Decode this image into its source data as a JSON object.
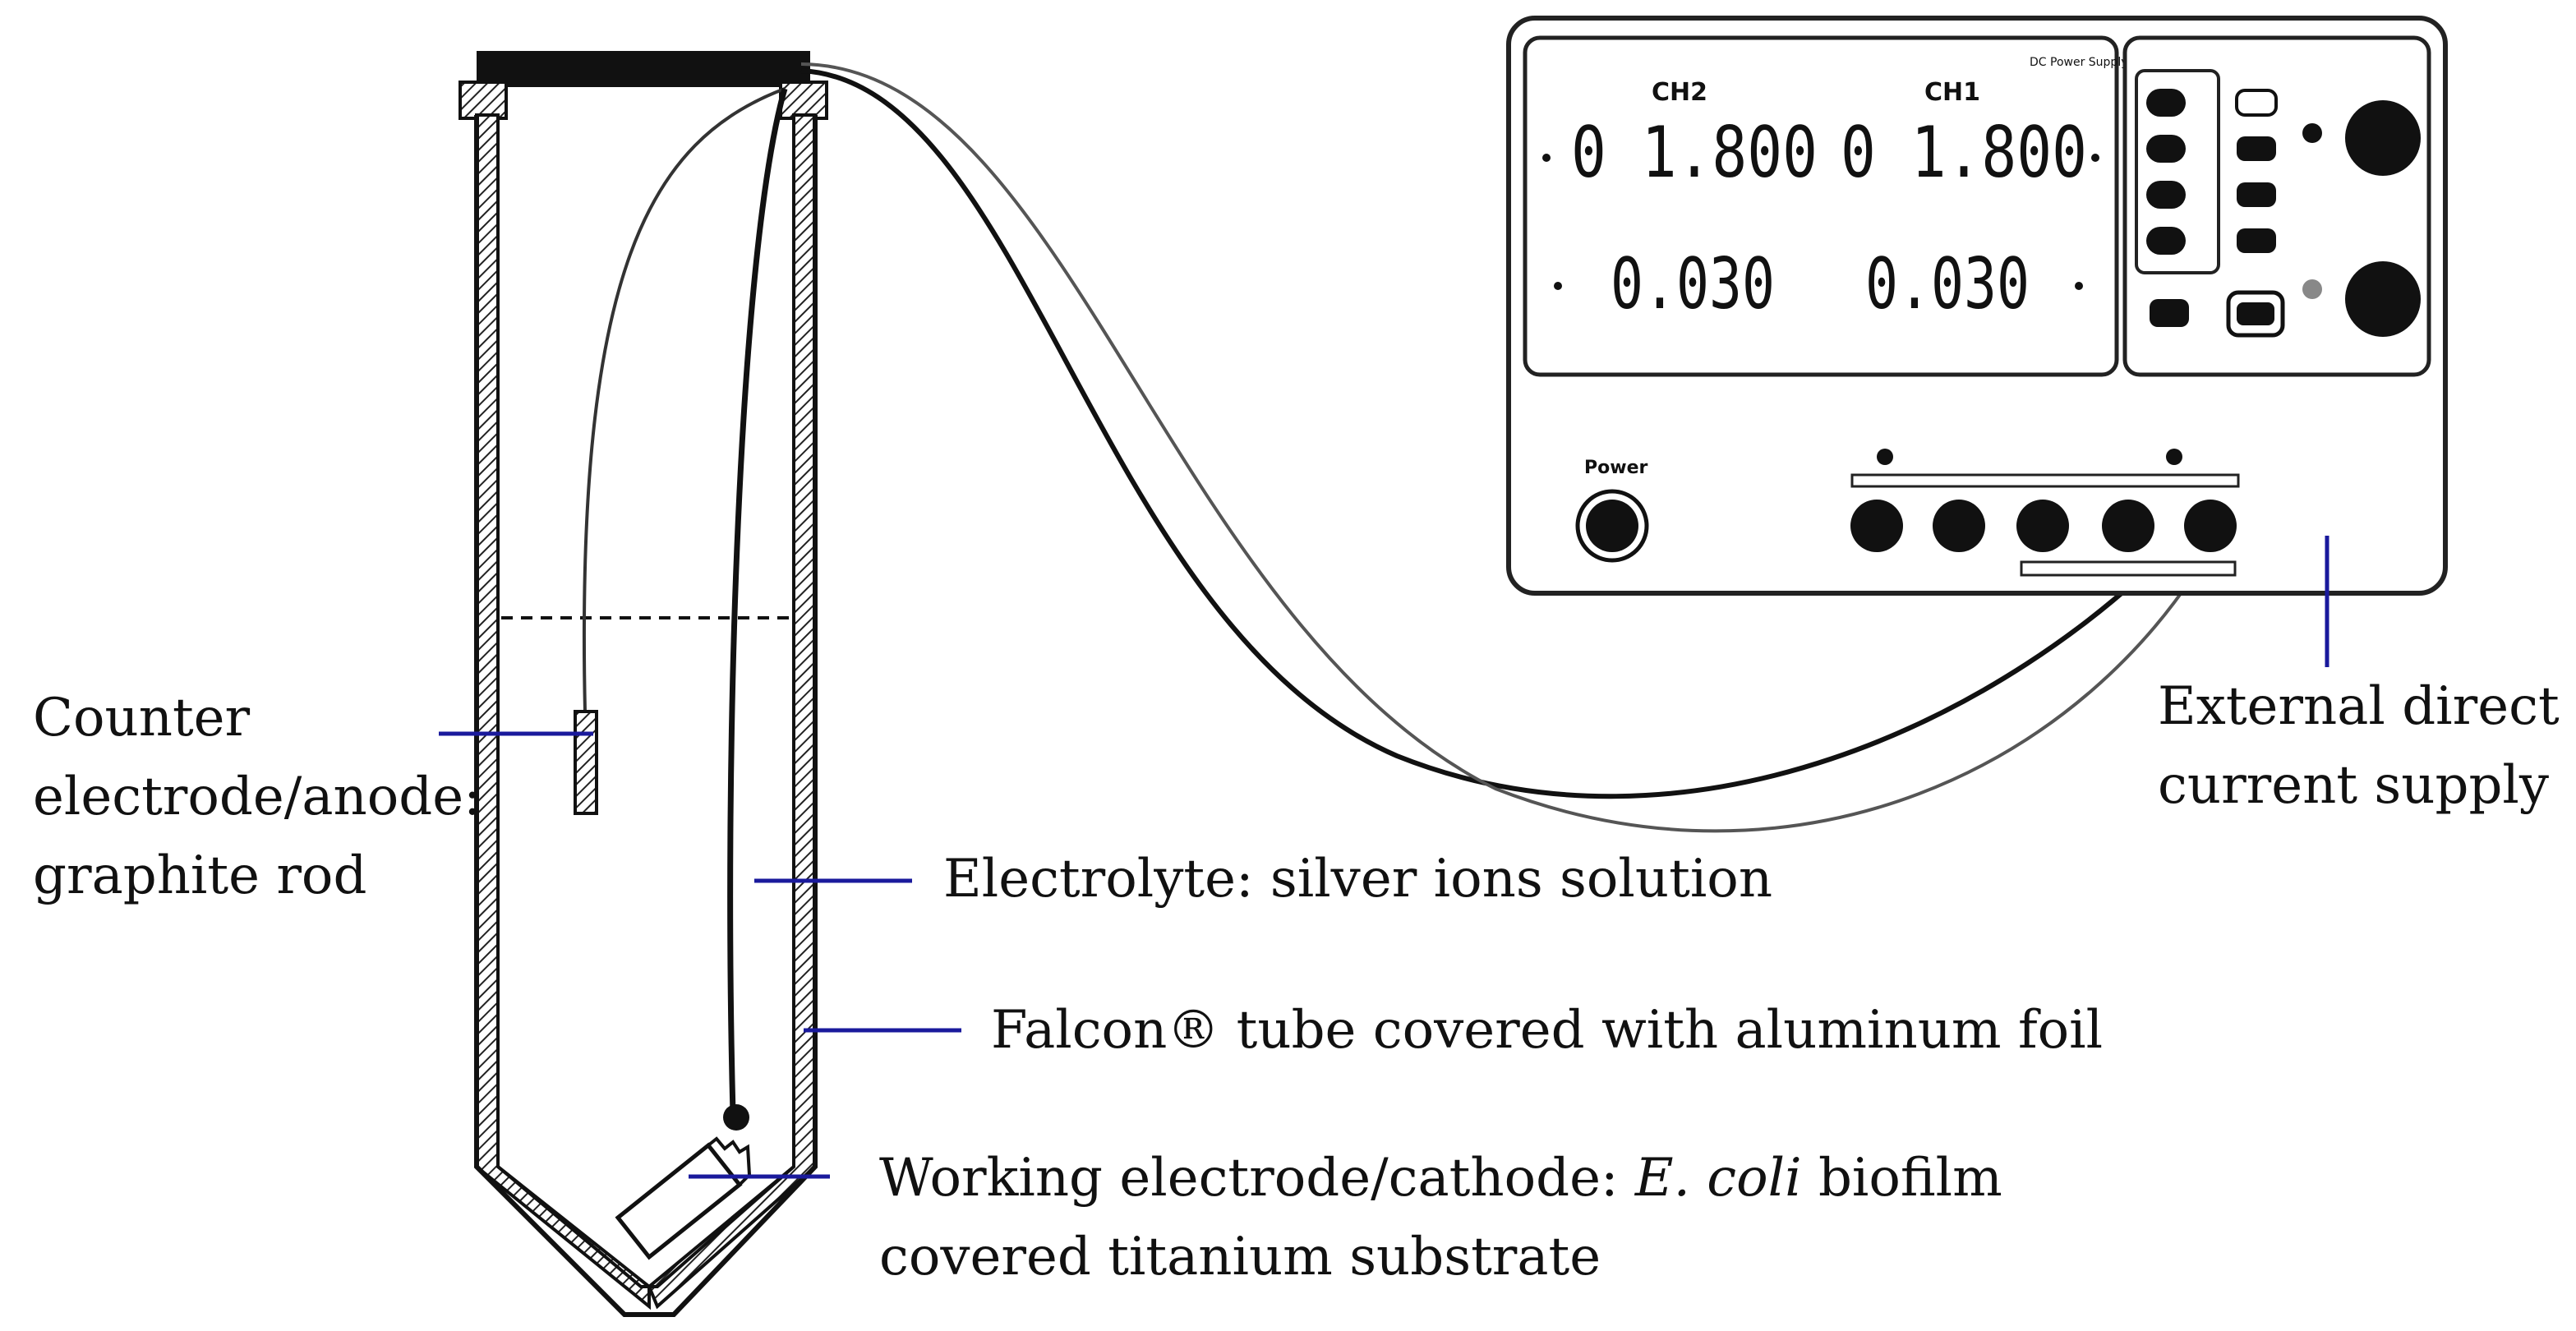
{
  "labels": {
    "counter_line1": "Counter",
    "counter_line2": "electrode/anode:",
    "counter_line3": "graphite rod",
    "electrolyte": "Electrolyte: silver ions solution",
    "tube": "Falcon® tube covered with aluminum foil",
    "working_prefix": "Working electrode/cathode: ",
    "working_italic": "E. coli",
    "working_suffix": " biofilm",
    "working_line2": "covered titanium substrate",
    "supply_line1": "External direct",
    "supply_line2": "current supply"
  },
  "power_supply": {
    "ch2_label": "CH2",
    "ch1_label": "CH1",
    "ch2_voltage": "0 1.800",
    "ch1_voltage": "0 1.800",
    "ch2_current": "0.030",
    "ch1_current": "0.030",
    "power_label": "Power"
  },
  "colors": {
    "pointer_line": "#1a1a9c",
    "ink": "#111111"
  }
}
